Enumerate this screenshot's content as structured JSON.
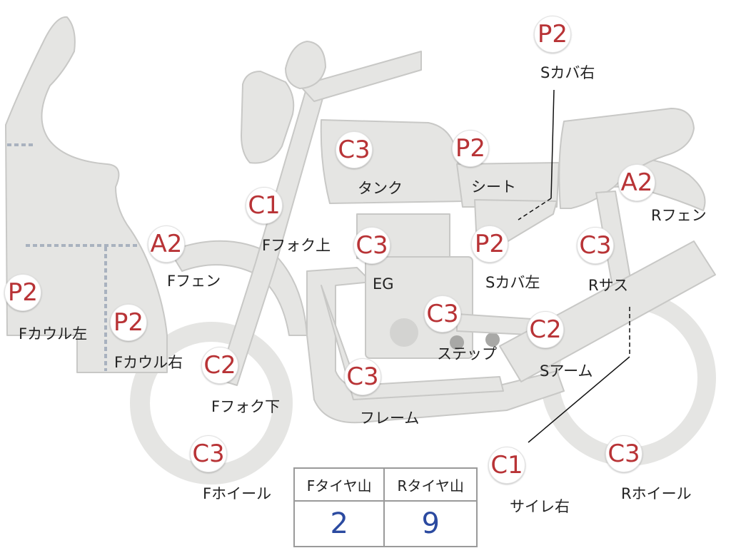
{
  "colors": {
    "part_fill": "#e5e5e3",
    "part_stroke": "#c8c8c6",
    "grade": "#b83336",
    "tire_value": "#2b4aa0"
  },
  "parts": [
    {
      "id": "s-cover-right",
      "grade": "P2",
      "label": "Sカバ右"
    },
    {
      "id": "tank",
      "grade": "C3",
      "label": "タンク"
    },
    {
      "id": "seat",
      "grade": "P2",
      "label": "シート"
    },
    {
      "id": "r-fender",
      "grade": "A2",
      "label": "Rフェン"
    },
    {
      "id": "f-fork-upper",
      "grade": "C1",
      "label": "Fフォク上"
    },
    {
      "id": "f-fender",
      "grade": "A2",
      "label": "Fフェン"
    },
    {
      "id": "engine",
      "grade": "C3",
      "label": "EG"
    },
    {
      "id": "s-cover-left",
      "grade": "P2",
      "label": "Sカバ左"
    },
    {
      "id": "r-suspension",
      "grade": "C3",
      "label": "Rサス"
    },
    {
      "id": "f-cowl-left",
      "grade": "P2",
      "label": "Fカウル左"
    },
    {
      "id": "f-cowl-right",
      "grade": "P2",
      "label": "Fカウル右"
    },
    {
      "id": "step",
      "grade": "C3",
      "label": "ステップ"
    },
    {
      "id": "swing-arm",
      "grade": "C2",
      "label": "Sアーム"
    },
    {
      "id": "f-fork-lower",
      "grade": "C2",
      "label": "Fフォク下"
    },
    {
      "id": "frame",
      "grade": "C3",
      "label": "フレーム"
    },
    {
      "id": "muffler-right",
      "grade": "C1",
      "label": "サイレ右"
    },
    {
      "id": "f-wheel",
      "grade": "C3",
      "label": "Fホイール"
    },
    {
      "id": "r-wheel",
      "grade": "C3",
      "label": "Rホイール"
    }
  ],
  "tires": {
    "front_header": "Fタイヤ山",
    "rear_header": "Rタイヤ山",
    "front_value": "2",
    "rear_value": "9"
  }
}
